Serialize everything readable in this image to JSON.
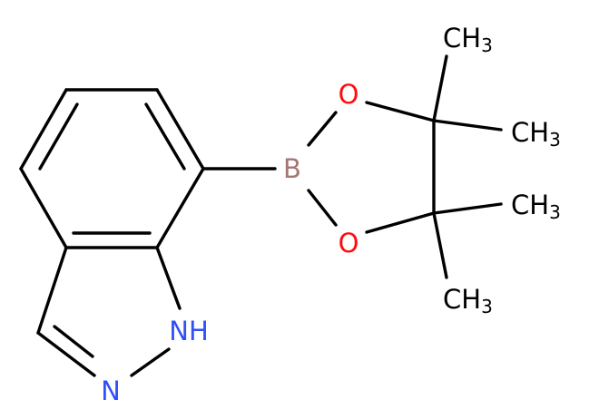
{
  "colors": {
    "bond": "#000000",
    "oxygen": "#FF0D0D",
    "nitrogen": "#3050F8",
    "boron": "#A47674",
    "carbon_label": "#000000",
    "background": "#FFFFFF"
  },
  "atoms": {
    "boron": "B",
    "oxygen_top": "O",
    "oxygen_bottom": "O",
    "nitrogen_h": "N",
    "nitrogen_h_hydrogen": "H",
    "nitrogen": "N",
    "methyl_1": {
      "main": "CH",
      "sub": "3"
    },
    "methyl_2": {
      "main": "CH",
      "sub": "3"
    },
    "methyl_3": {
      "main": "CH",
      "sub": "3"
    },
    "methyl_4": {
      "main": "CH",
      "sub": "3"
    }
  }
}
